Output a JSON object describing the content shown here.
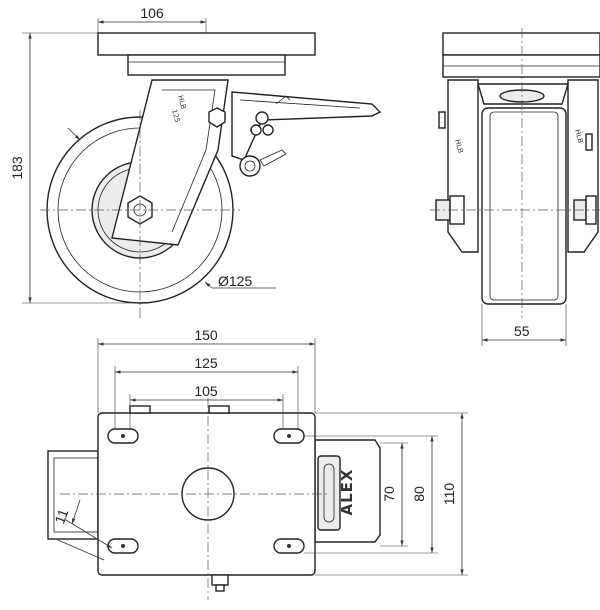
{
  "dimensions": {
    "top_plate_width": "106",
    "overall_height": "183",
    "wheel_diameter": "Ø125",
    "wheel_width": "55",
    "plate_width": "150",
    "bolt_spacing_outer": "125",
    "bolt_spacing_inner": "105",
    "plate_depth": "110",
    "bolt_spacing_side_outer": "80",
    "bolt_spacing_side_inner": "70",
    "bolt_hole_size": "11"
  },
  "markings": {
    "brand": "ALEX",
    "fork_text_a": "HLB",
    "fork_text_b": "125"
  },
  "colors": {
    "line": "#222222",
    "fill": "#ffffff",
    "shade": "#ececec"
  }
}
